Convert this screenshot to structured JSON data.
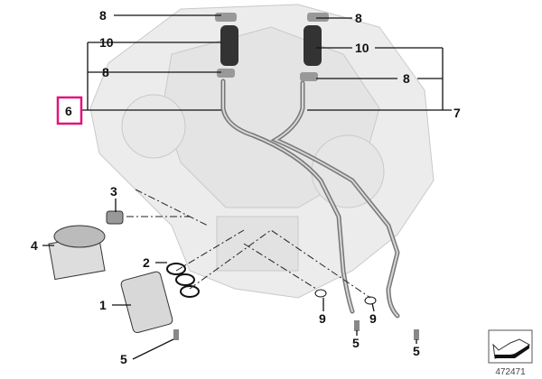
{
  "diagram": {
    "callouts": {
      "c8a": "8",
      "c10a": "10",
      "c8b": "8",
      "c6": "6",
      "c8c": "8",
      "c10b": "10",
      "c8d": "8",
      "c7": "7",
      "c3": "3",
      "c4": "4",
      "c2": "2",
      "c1": "1",
      "c5a": "5",
      "c9a": "9",
      "c9b": "9",
      "c5b": "5",
      "c5c": "5"
    },
    "highlight_color": "#e0147c",
    "diagram_number": "472471"
  }
}
